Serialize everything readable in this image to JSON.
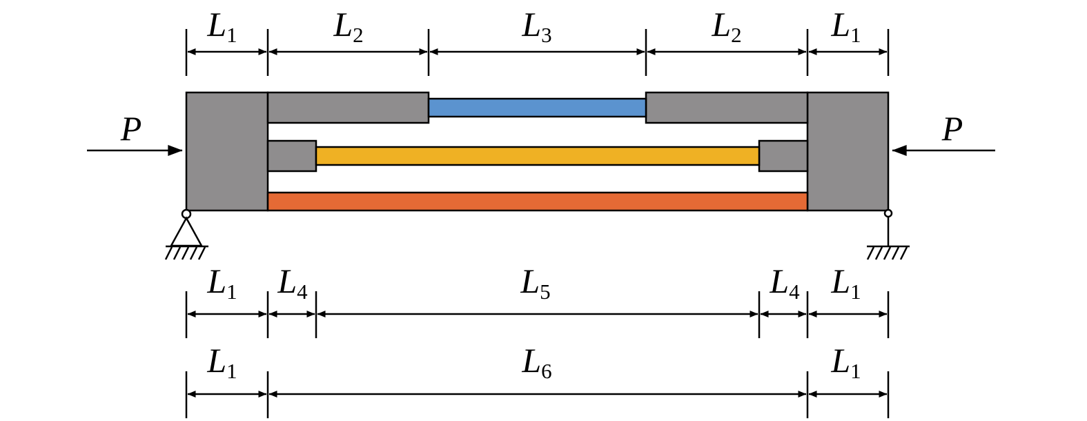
{
  "colors": {
    "frame": "#8f8d8e",
    "bar_top": "#5b93cf",
    "bar_middle": "#efb124",
    "bar_bottom": "#e56a35",
    "line": "#000000"
  },
  "load": {
    "label": "P"
  },
  "dim_top": [
    {
      "var": "L",
      "sub": "1"
    },
    {
      "var": "L",
      "sub": "2"
    },
    {
      "var": "L",
      "sub": "3"
    },
    {
      "var": "L",
      "sub": "2"
    },
    {
      "var": "L",
      "sub": "1"
    }
  ],
  "dim_middle": [
    {
      "var": "L",
      "sub": "1"
    },
    {
      "var": "L",
      "sub": "4"
    },
    {
      "var": "L",
      "sub": "5"
    },
    {
      "var": "L",
      "sub": "4"
    },
    {
      "var": "L",
      "sub": "1"
    }
  ],
  "dim_bottom": [
    {
      "var": "L",
      "sub": "1"
    },
    {
      "var": "L",
      "sub": "6"
    },
    {
      "var": "L",
      "sub": "1"
    }
  ],
  "supports": {
    "left": "pin-support",
    "right": "roller-support"
  }
}
